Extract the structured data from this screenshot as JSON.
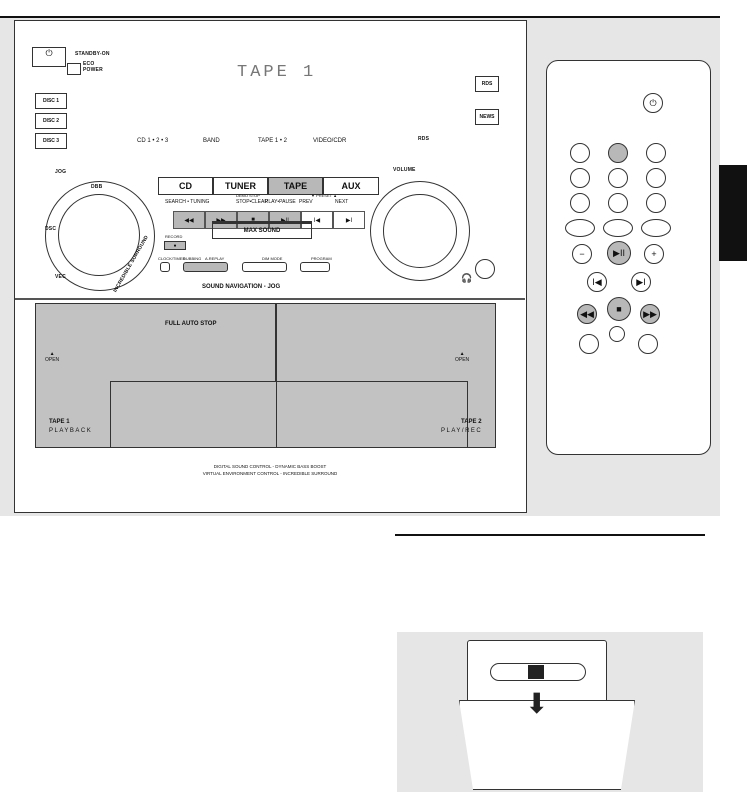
{
  "device": {
    "standby": "STANDBY-ON",
    "eco_power": "ECO\nPOWER",
    "disc_buttons": [
      "DISC 1",
      "DISC 2",
      "DISC 3"
    ],
    "display_text": "TAPE 1",
    "rds_button": "RDS",
    "news_button": "NEWS",
    "rds_logo": "RDS",
    "source_labels": [
      "CD 1 • 2 • 3",
      "BAND",
      "TAPE 1 • 2",
      "VIDEO/CDR"
    ],
    "source_buttons": [
      "CD",
      "TUNER",
      "TAPE",
      "AUX"
    ],
    "jog_label": "JOG",
    "jog_ring": [
      "DBB",
      "DSC",
      "VEC",
      "INCREDIBLE SURROUND"
    ],
    "volume_label": "VOLUME",
    "control_labels": {
      "search": "SEARCH • TUNING",
      "demo": "DEMO STOP",
      "stop": "STOP•CLEAR",
      "play": "PLAY•PAUSE",
      "preset": "▼ PRESET ▲",
      "prev": "PREV",
      "next": "NEXT"
    },
    "control_icons": [
      "◀◀",
      "▶▶",
      "■",
      "▶II",
      "I◀",
      "▶I"
    ],
    "max_sound": "MAX SOUND",
    "record_label": "RECORD",
    "record_icon": "●",
    "small_buttons": [
      "CLOCK/TIMER",
      "DUBBING",
      "A.REPLAY",
      "DIM MODE",
      "PROGRAM"
    ],
    "sound_navigation": "SOUND NAVIGATION - JOG",
    "full_auto_stop": "FULL AUTO STOP",
    "open": "OPEN",
    "tape1": {
      "title": "TAPE 1",
      "sub": "PLAYBACK"
    },
    "tape2": {
      "title": "TAPE 2",
      "sub": "PLAY/REC"
    },
    "features_line1": "DIGITAL SOUND CONTROL - DYNAMIC BASS BOOST",
    "features_line2": "VIRTUAL ENVIRONMENT CONTROL - INCREDIBLE SURROUND"
  },
  "remote": {
    "power_icon": "⏻",
    "minus": "−",
    "plus": "+",
    "play_pause": "▶II",
    "prev": "I◀",
    "next": "▶I",
    "stop": "■",
    "rew": "◀◀",
    "ffw": "▶▶"
  }
}
